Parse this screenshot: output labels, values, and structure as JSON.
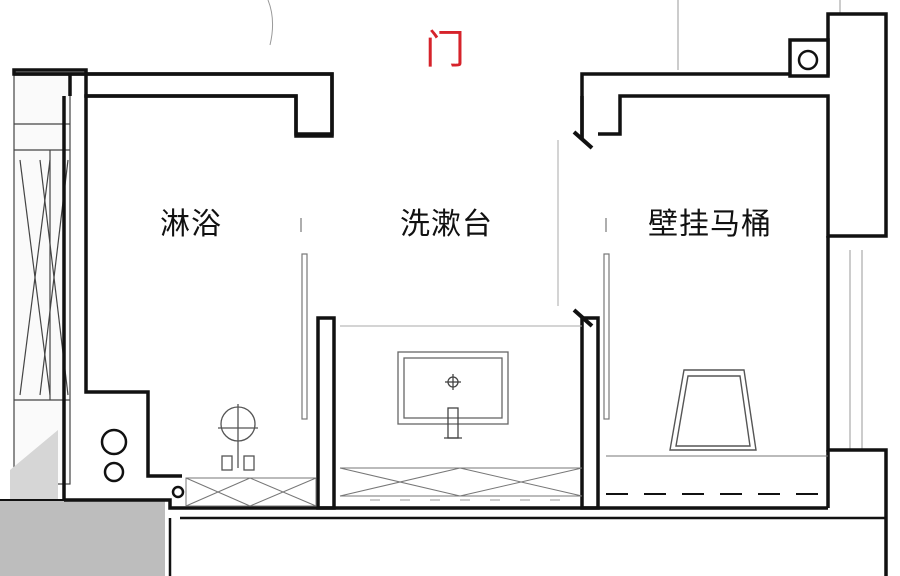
{
  "labels": {
    "door": "门",
    "shower": "淋浴",
    "basin": "洗漱台",
    "toilet": "壁挂马桶"
  },
  "colors": {
    "wall": "#111111",
    "door_label": "#d6232b",
    "fixture_line": "#555555",
    "floor_slab_fill": "#bdbdbd"
  },
  "icons": {
    "shower_mixer": "shower-valve-icon",
    "basin_tap": "crosshair-drain-icon",
    "toilet": "wall-hung-toilet-icon",
    "window": "window-x-icon"
  }
}
